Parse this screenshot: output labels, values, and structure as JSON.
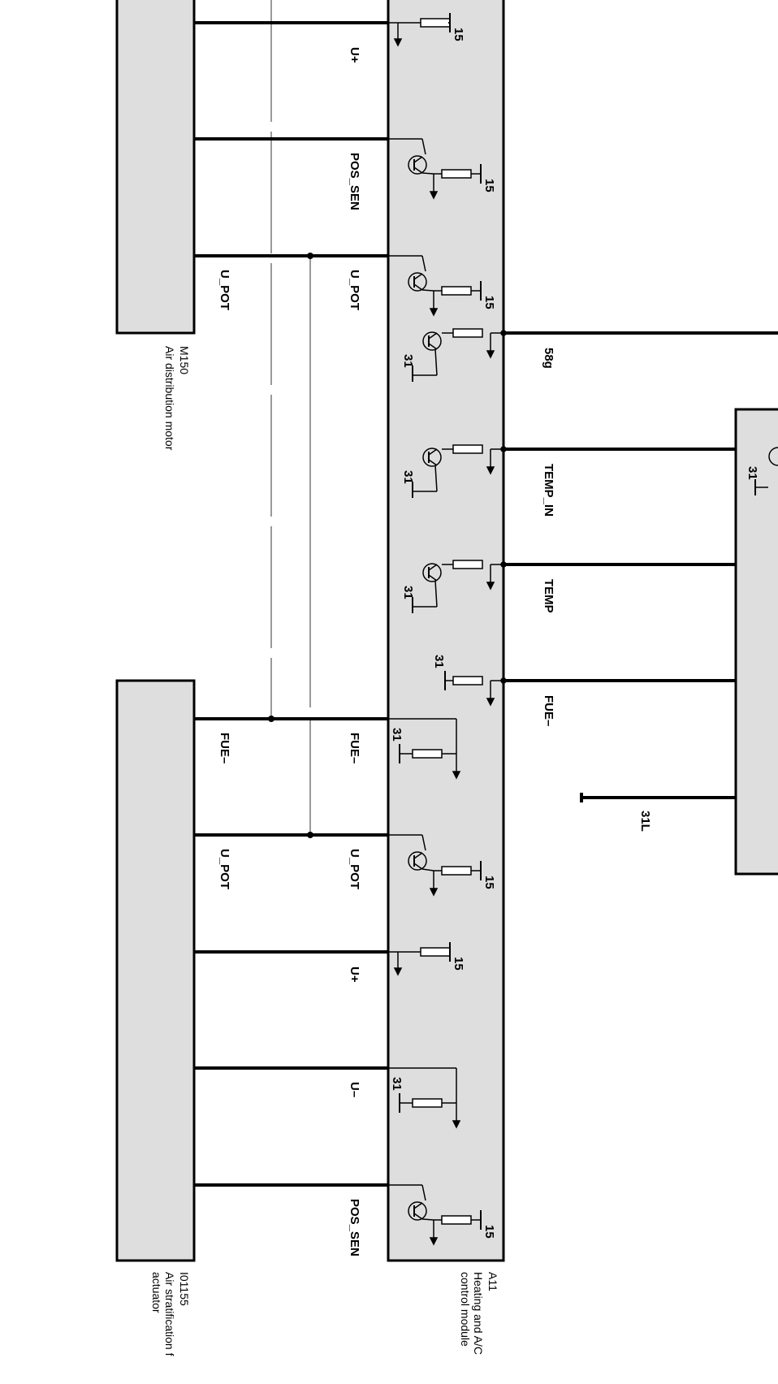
{
  "modules": {
    "motor": {
      "code": "M150",
      "name": "Air distribution motor"
    },
    "actuator": {
      "code": "I01155",
      "name_line1": "Air stratification f",
      "name_line2": "actuator"
    },
    "control": {
      "code": "A11",
      "name_line1": "Heating and A/C",
      "name_line2": "control module"
    }
  },
  "wire_labels": {
    "u_plus": "U+",
    "pos_sen": "POS_SEN",
    "u_pot": "U_POT",
    "fue": "FUE–",
    "u_minus": "U–",
    "w58g": "58g",
    "temp_in": "TEMP_IN",
    "temp": "TEMP",
    "ground_31l": "31L"
  },
  "terminals": {
    "t15": "15",
    "t31": "31"
  },
  "colors": {
    "module_fill": "#dedede",
    "wire": "#000000",
    "shield": "#999999"
  }
}
